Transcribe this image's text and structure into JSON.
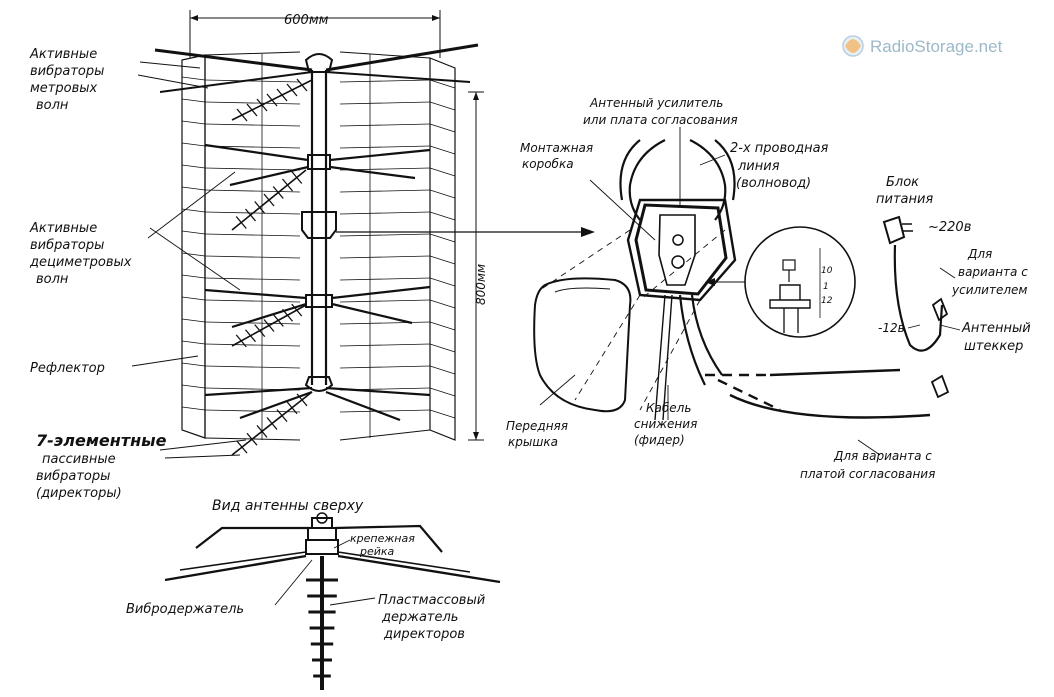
{
  "watermark": {
    "text": "RadioStorage.net",
    "color": "#9db8c8"
  },
  "dimensions": {
    "width": "600мм",
    "height": "800мм"
  },
  "labels": {
    "active_meter": [
      "Активные",
      "вибраторы",
      "метровых",
      "волн"
    ],
    "active_decimeter": [
      "Активные",
      "вибраторы",
      "дециметровых",
      "волн"
    ],
    "reflector": "Рефлектор",
    "passive": [
      "7-элементные",
      "пассивные",
      "вибраторы",
      "(директоры)"
    ],
    "amplifier": [
      "Антенный усилитель",
      "или плата согласования"
    ],
    "mounting_box": [
      "Монтажная",
      "коробка"
    ],
    "two_wire": [
      "2-х проводная",
      "линия",
      "(волновод)"
    ],
    "power_unit": [
      "Блок",
      "питания"
    ],
    "mains": "~220в",
    "for_amp_variant": [
      "Для",
      "варианта с",
      "усилителем"
    ],
    "dc": "-12в",
    "plug": [
      "Антенный",
      "штеккер"
    ],
    "front_cover": [
      "Передняя",
      "крышка"
    ],
    "feeder": [
      "Кабель",
      "снижения",
      "(фидер)"
    ],
    "for_board_variant": [
      "Для варианта с",
      "платой согласования"
    ],
    "top_view_title": "Вид антенны сверху",
    "mount_rail": [
      "крепежная",
      "рейка"
    ],
    "vibro_holder": "Вибродержатель",
    "plastic_holder": [
      "Пластмассовый",
      "держатель",
      "директоров"
    ],
    "detail_dims": [
      "10",
      "1",
      "12"
    ]
  }
}
